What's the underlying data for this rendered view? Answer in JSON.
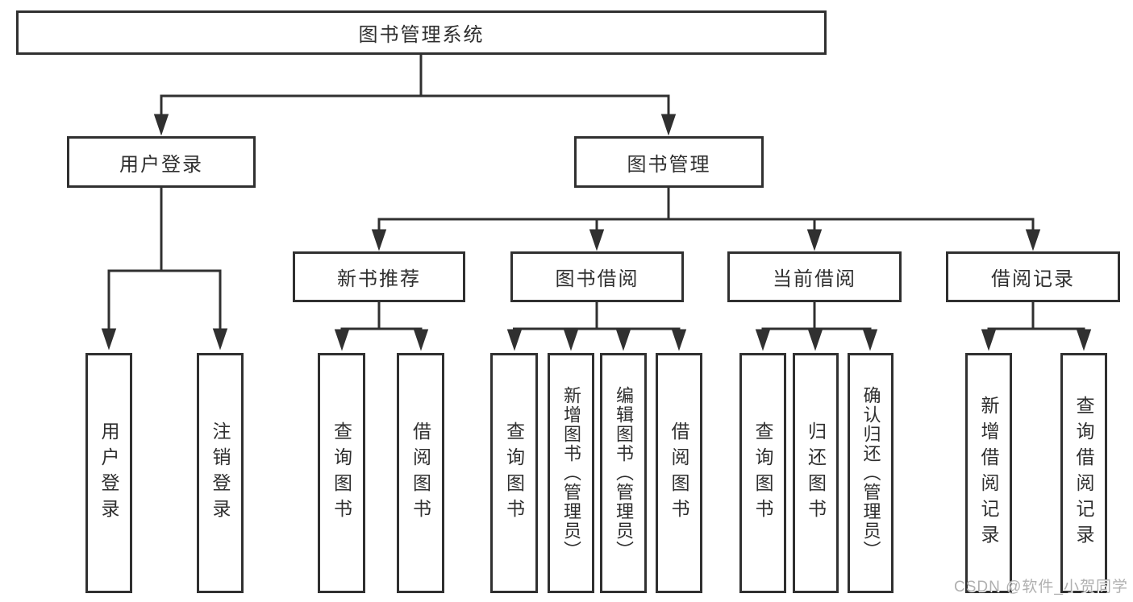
{
  "watermark": "CSDN @软件_小贺同学",
  "colors": {
    "line": "#303030",
    "box_border": "#303030",
    "text": "#2f2f2f",
    "watermark": "#b0b0b0",
    "background": "#ffffff"
  },
  "tree": {
    "label": "图书管理系统",
    "children": [
      {
        "label": "用户登录",
        "children": [
          {
            "label": "用户登录"
          },
          {
            "label": "注销登录"
          }
        ]
      },
      {
        "label": "图书管理",
        "children": [
          {
            "label": "新书推荐",
            "children": [
              {
                "label": "查询图书"
              },
              {
                "label": "借阅图书"
              }
            ]
          },
          {
            "label": "图书借阅",
            "children": [
              {
                "label": "查询图书"
              },
              {
                "label": "新增图书（管理员）"
              },
              {
                "label": "编辑图书（管理员）"
              },
              {
                "label": "借阅图书"
              }
            ]
          },
          {
            "label": "当前借阅",
            "children": [
              {
                "label": "查询图书"
              },
              {
                "label": "归还图书"
              },
              {
                "label": "确认归还（管理员）"
              }
            ]
          },
          {
            "label": "借阅记录",
            "children": [
              {
                "label": "新增借阅记录"
              },
              {
                "label": "查询借阅记录"
              }
            ]
          }
        ]
      }
    ]
  }
}
